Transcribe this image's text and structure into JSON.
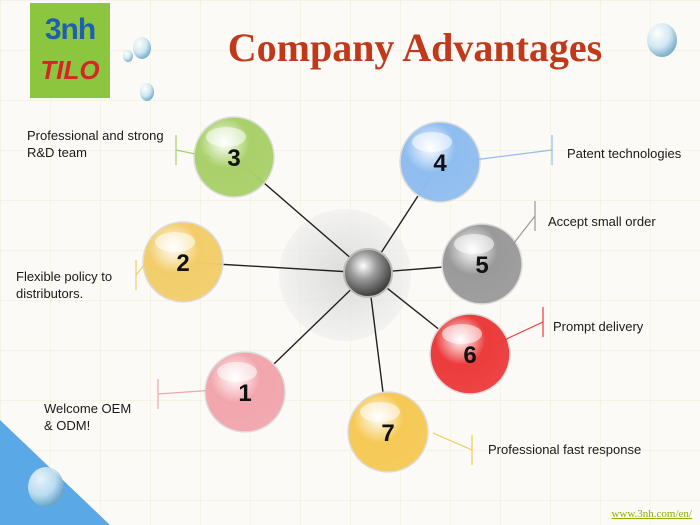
{
  "logo": {
    "line1": "3nh",
    "line2": "TILO"
  },
  "title": "Company Advantages",
  "center_icon": "gray-sphere-hub",
  "nodes": [
    {
      "number": "1",
      "label": "Welcome OEM\n& ODM!",
      "color": "#f2a5ad"
    },
    {
      "number": "2",
      "label": "Flexible policy to\ndistributors.",
      "color": "#f3cd6a"
    },
    {
      "number": "3",
      "label": "Professional and strong\nR&D team",
      "color": "#a9d06a"
    },
    {
      "number": "4",
      "label": "Patent technologies",
      "color": "#8fbdf0"
    },
    {
      "number": "5",
      "label": "Accept small order",
      "color": "#9a9a9a"
    },
    {
      "number": "6",
      "label": "Prompt delivery",
      "color": "#ec3b3b"
    },
    {
      "number": "7",
      "label": "Professional fast response",
      "color": "#f6c955"
    }
  ],
  "footer": "www.3nh.com/en/"
}
